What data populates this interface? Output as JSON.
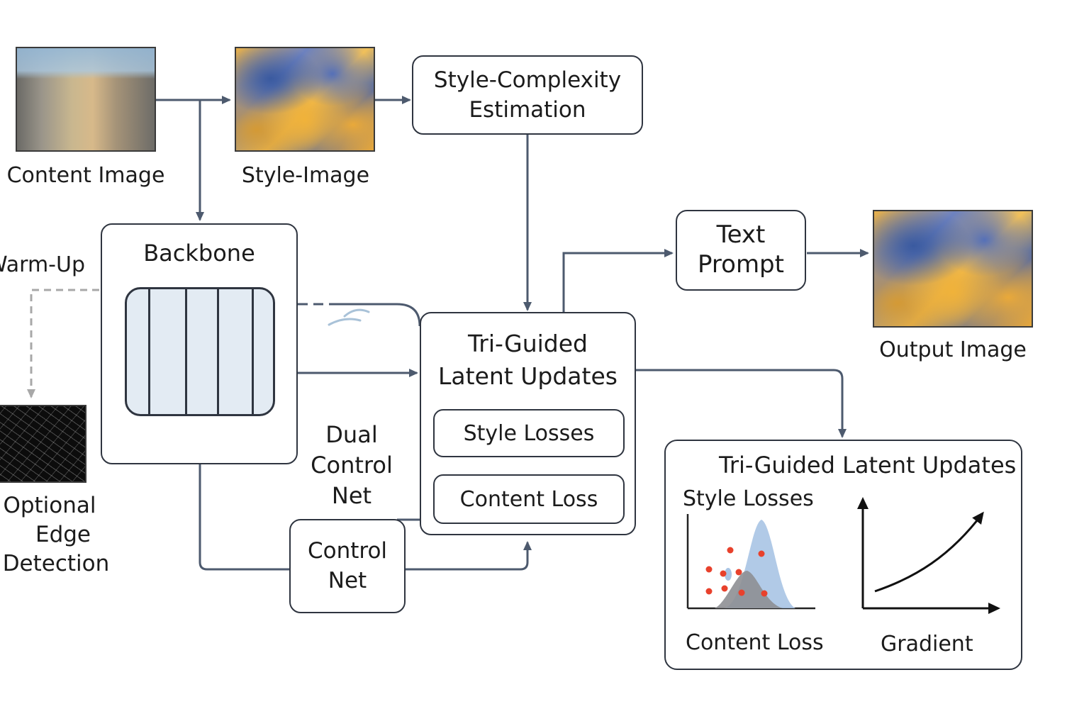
{
  "nodes": {
    "content_image": "Content Image",
    "style_image": "Style-Image",
    "style_complexity": [
      "Style-Complexity",
      "Estimation"
    ],
    "warm_up": "Warm-Up",
    "backbone": "Backbone",
    "optional_edge": [
      "Optional",
      "Edge",
      "Detection"
    ],
    "dual_control_net": [
      "Dual",
      "Control",
      "Net"
    ],
    "control_net": [
      "Control",
      "Net"
    ],
    "tri_guided": [
      "Tri-Guided",
      "Latent Updates"
    ],
    "style_losses": "Style Losses",
    "content_loss": "Content Loss",
    "text_prompt": [
      "Text",
      "Prompt"
    ],
    "output_image": "Output Image"
  },
  "inset": {
    "title": "Tri-Guided Latent Updates",
    "style_losses": "Style Losses",
    "content_loss": "Content Loss",
    "gradient": "Gradient"
  },
  "colors": {
    "arrow": "#4d5a6e",
    "dashed": "#a8a8a8",
    "backbone_fill": "#e3ebf3",
    "dist_light": "#a9c4e4",
    "dist_dark": "#8e8f93",
    "dots": "#e8412c"
  }
}
